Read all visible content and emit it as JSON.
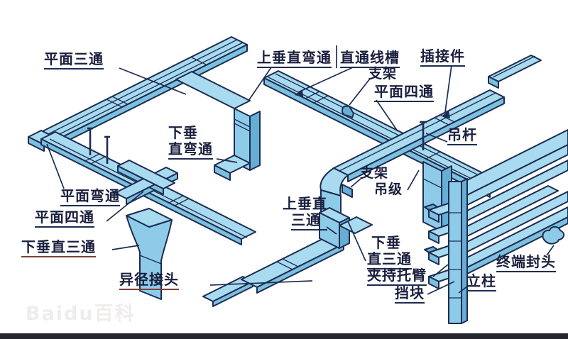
{
  "labels": {
    "plane_tee": "平面三通",
    "up_vertical_elbow": "上垂直弯通",
    "straight_duct": "直通线槽",
    "connector": "插接件",
    "bracket_top": "支架",
    "plane_cross_top": "平面四通",
    "down_vertical_elbow": {
      "line1": "下垂",
      "line2": "直弯通"
    },
    "hanger_rod": "吊杆",
    "plane_elbow": "平面弯通",
    "plane_cross_left": "平面四通",
    "down_vertical_tee_left": "下垂直三通",
    "up_vertical_tee": {
      "line1": "上垂直",
      "line2": "三通"
    },
    "bracket_mid": "支架",
    "hanger_level": "吊级",
    "reducer": "异径接头",
    "down_vertical_tee_right": {
      "line1": "下垂",
      "line2": "直三通"
    },
    "clamp_arm": "夹持托臂",
    "stop_block": "挡块",
    "column": "立柱",
    "end_cap": "终端封头"
  },
  "watermark": {
    "text": "Baidu百科"
  },
  "colors": {
    "tray_top": "#a8dbf0",
    "tray_side": "#7cc0e0",
    "tray_dark": "#66aed3",
    "outline": "#1d2c52",
    "label_text": "#1a1f3e",
    "underline_accent": "#7b4038",
    "footer_bar": "#26262e",
    "watermark_text": "#efecec"
  }
}
